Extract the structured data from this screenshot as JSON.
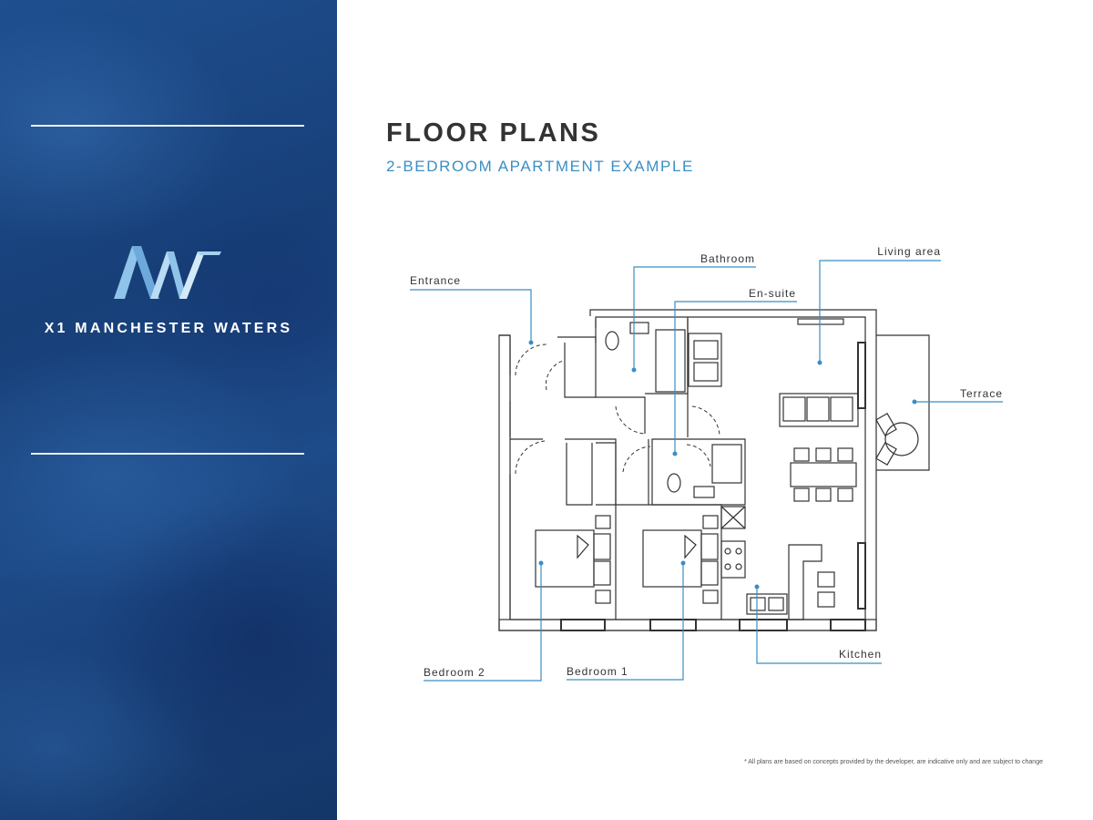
{
  "brand": {
    "name": "X1 MANCHESTER WATERS",
    "colors": {
      "sidebar": "#1d4a88",
      "accent": "#3b8ec4",
      "title": "#333333"
    }
  },
  "page": {
    "title": "FLOOR PLANS",
    "subtitle": "2-BEDROOM APARTMENT EXAMPLE"
  },
  "rooms": {
    "entrance": "Entrance",
    "bathroom": "Bathroom",
    "ensuite": "En-suite",
    "living": "Living area",
    "terrace": "Terrace",
    "kitchen": "Kitchen",
    "bedroom1": "Bedroom 1",
    "bedroom2": "Bedroom 2"
  },
  "disclaimer": "* All plans are based on concepts provided by the developer, are indicative only and are subject to change"
}
